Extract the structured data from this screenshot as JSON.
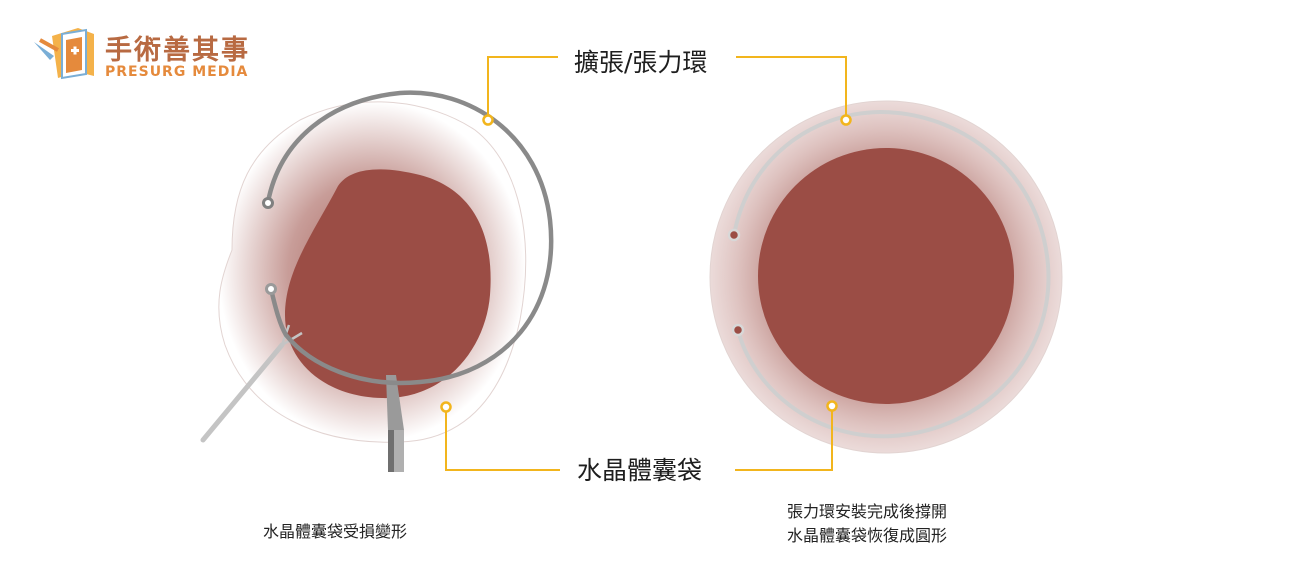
{
  "brand": {
    "name_cn": "手術善其事",
    "name_en": "PRESURG MEDIA"
  },
  "labels": {
    "ring": "擴張/張力環",
    "bag": "水晶體囊袋"
  },
  "captions": {
    "left": "水晶體囊袋受損變形",
    "right_line1": "張力環安裝完成後撐開",
    "right_line2": "水晶體囊袋恢復成圓形"
  },
  "colors": {
    "bag": "#9b4d45",
    "ring_left": "#808080",
    "ring_right": "#c9c9c9",
    "callout": "#f2b51d",
    "brand_cn": "#b86a42",
    "brand_en": "#e58a3c"
  }
}
